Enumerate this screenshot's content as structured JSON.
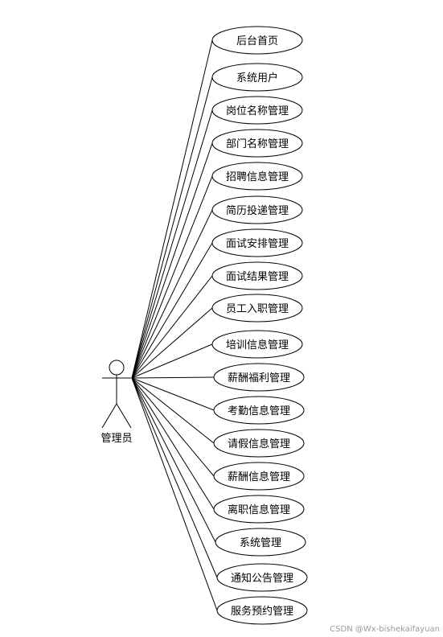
{
  "actor": {
    "label": "管理员",
    "icon": "stick-figure-icon"
  },
  "use_cases": [
    {
      "label": "后台首页"
    },
    {
      "label": "系统用户"
    },
    {
      "label": "岗位名称管理"
    },
    {
      "label": "部门名称管理"
    },
    {
      "label": "招聘信息管理"
    },
    {
      "label": "简历投递管理"
    },
    {
      "label": "面试安排管理"
    },
    {
      "label": "面试结果管理"
    },
    {
      "label": "员工入职管理"
    },
    {
      "label": "培训信息管理"
    },
    {
      "label": "薪酬福利管理"
    },
    {
      "label": "考勤信息管理"
    },
    {
      "label": "请假信息管理"
    },
    {
      "label": "薪酬信息管理"
    },
    {
      "label": "离职信息管理"
    },
    {
      "label": "系统管理"
    },
    {
      "label": "通知公告管理"
    },
    {
      "label": "服务预约管理"
    }
  ],
  "watermark": "CSDN @Wx-bishekaifayuan",
  "colors": {
    "stroke": "#000000",
    "fill": "#ffffff",
    "watermark": "#9a9a9a"
  }
}
